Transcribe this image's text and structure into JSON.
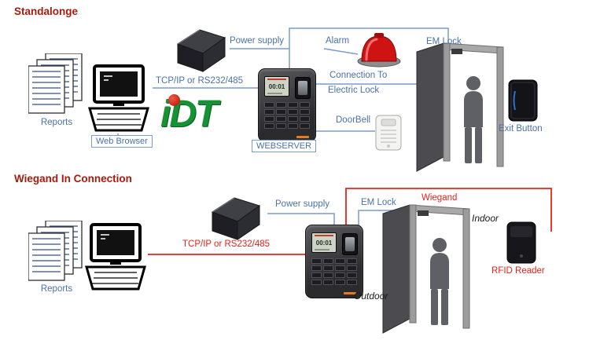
{
  "standalone": {
    "title": "Standalonge",
    "reports_label": "Reports",
    "web_browser": "Web Browser",
    "tcpip": "TCP/IP or RS232/485",
    "power_supply": "Power supply",
    "webserver": "WEBSERVER",
    "alarm": "Alarm",
    "connection_to": "Connection To",
    "electric_lock": "Electric Lock",
    "doorbell": "DoorBell",
    "em_lock": "EM Lock",
    "exit_button": "Exit Button"
  },
  "wiegand": {
    "title": "Wiegand In Connection",
    "reports_label": "Reports",
    "tcpip": "TCP/IP or RS232/485",
    "power_supply": "Power supply",
    "em_lock": "EM Lock",
    "wiegand": "Wiegand",
    "indoor": "Indoor",
    "outdoor": "Outdoor",
    "rfid_reader": "RFID Reader"
  },
  "logo": {
    "text": "iDT"
  },
  "terminal": {
    "time": "00:01"
  },
  "colors": {
    "label_blue": "#4a72a8",
    "line_blue": "#7b9cc8",
    "line_red": "#e8221a",
    "title_red": "#a81b0e",
    "logo_green": "#169234",
    "alarm_red": "#cf1212"
  }
}
